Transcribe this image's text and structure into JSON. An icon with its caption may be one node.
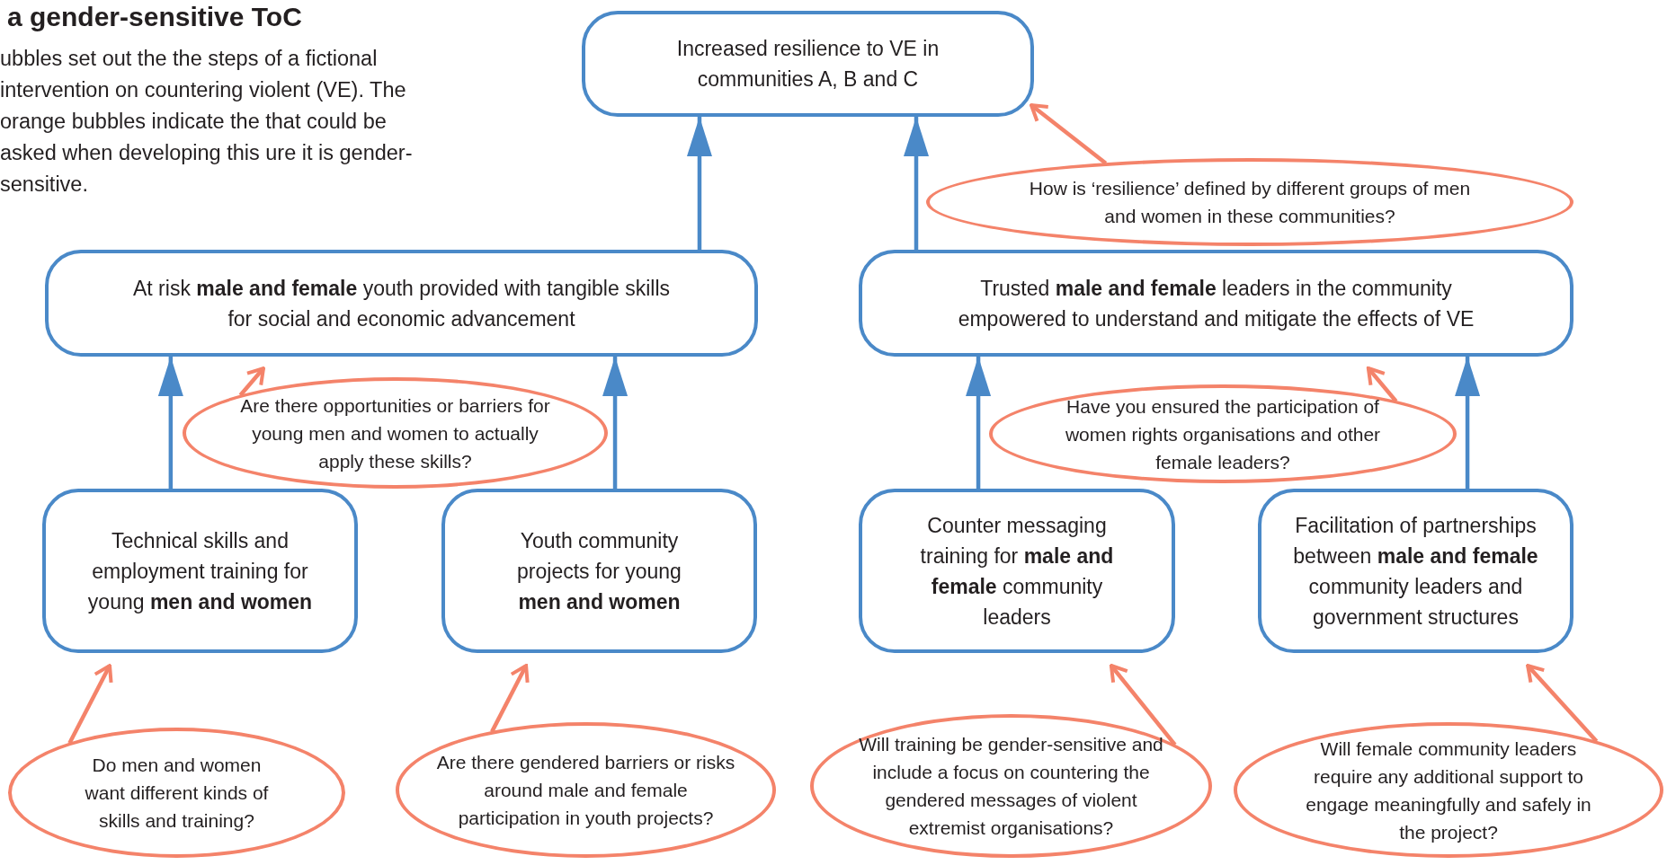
{
  "diagram": {
    "title": "a gender-sensitive ToC",
    "nodes": [
      {
        "text": [
          "Increased resilience to VE in communities A, B and C"
        ]
      },
      {
        "text": [
          "At risk **male and female** youth provided with tangible skills for social and economic advancement"
        ]
      },
      {
        "text": [
          "Trusted **male and female** leaders in the community empowered to understand and mitigate the effects of VE"
        ]
      },
      {
        "text": [
          "Technical skills and employment training for young **men and women**"
        ]
      },
      {
        "text": [
          "Youth community projects for young **men and women**"
        ]
      },
      {
        "text": [
          "Counter messaging training for **male and female** community leaders"
        ]
      },
      {
        "text": [
          "Facilitation of partnerships between **male and female** community leaders and government structures"
        ]
      },
      {
        "text": [
          "How is ‘resilience’ defined by different groups of men and women in these communities?"
        ]
      },
      {
        "text": [
          "Are there opportunities or barriers for young men and women to actually apply these skills?"
        ]
      },
      {
        "text": [
          "Have you ensured the participation of women rights organisations and other female leaders?"
        ]
      },
      {
        "text": [
          "Do men and women want different kinds of skills and training?"
        ]
      },
      {
        "text": [
          "Are there gendered barriers or risks around male and female participation in youth projects?"
        ]
      },
      {
        "text": [
          "Will training be gender-sensitive and include a focus on countering the gendered messages of violent extremist organisations?"
        ]
      },
      {
        "text": [
          "Will female community leaders require any additional support to engage meaningfully and safely in the project?"
        ]
      }
    ],
    "edges": [
      {
        "from": 1,
        "to": 0,
        "arrow": "to",
        "color": "#4a89c8"
      },
      {
        "from": 2,
        "to": 0,
        "arrow": "to",
        "color": "#4a89c8"
      },
      {
        "from": 7,
        "to": 0,
        "arrow": "to"
      },
      {
        "from": 3,
        "to": 1,
        "arrow": "to",
        "color": "#4a89c8"
      },
      {
        "from": 4,
        "to": 1,
        "arrow": "to",
        "color": "#4a89c8"
      },
      {
        "from": 8,
        "to": 1,
        "arrow": "to"
      },
      {
        "from": 5,
        "to": 2,
        "arrow": "to",
        "color": "#4a89c8"
      },
      {
        "from": 6,
        "to": 2,
        "arrow": "to",
        "color": "#4a89c8"
      },
      {
        "from": 9,
        "to": 2,
        "arrow": "to"
      },
      {
        "from": 10,
        "to": 3,
        "arrow": "to"
      },
      {
        "from": 11,
        "to": 4,
        "arrow": "to"
      },
      {
        "from": 12,
        "to": 5,
        "arrow": "to"
      },
      {
        "from": 13,
        "to": 6,
        "arrow": "to"
      }
    ],
    "labels": [
      "ubbles set out the the steps of a fictional intervention on countering violent (VE). The orange bubbles indicate the that could be asked when developing this ure it is gender-sensitive."
    ]
  }
}
